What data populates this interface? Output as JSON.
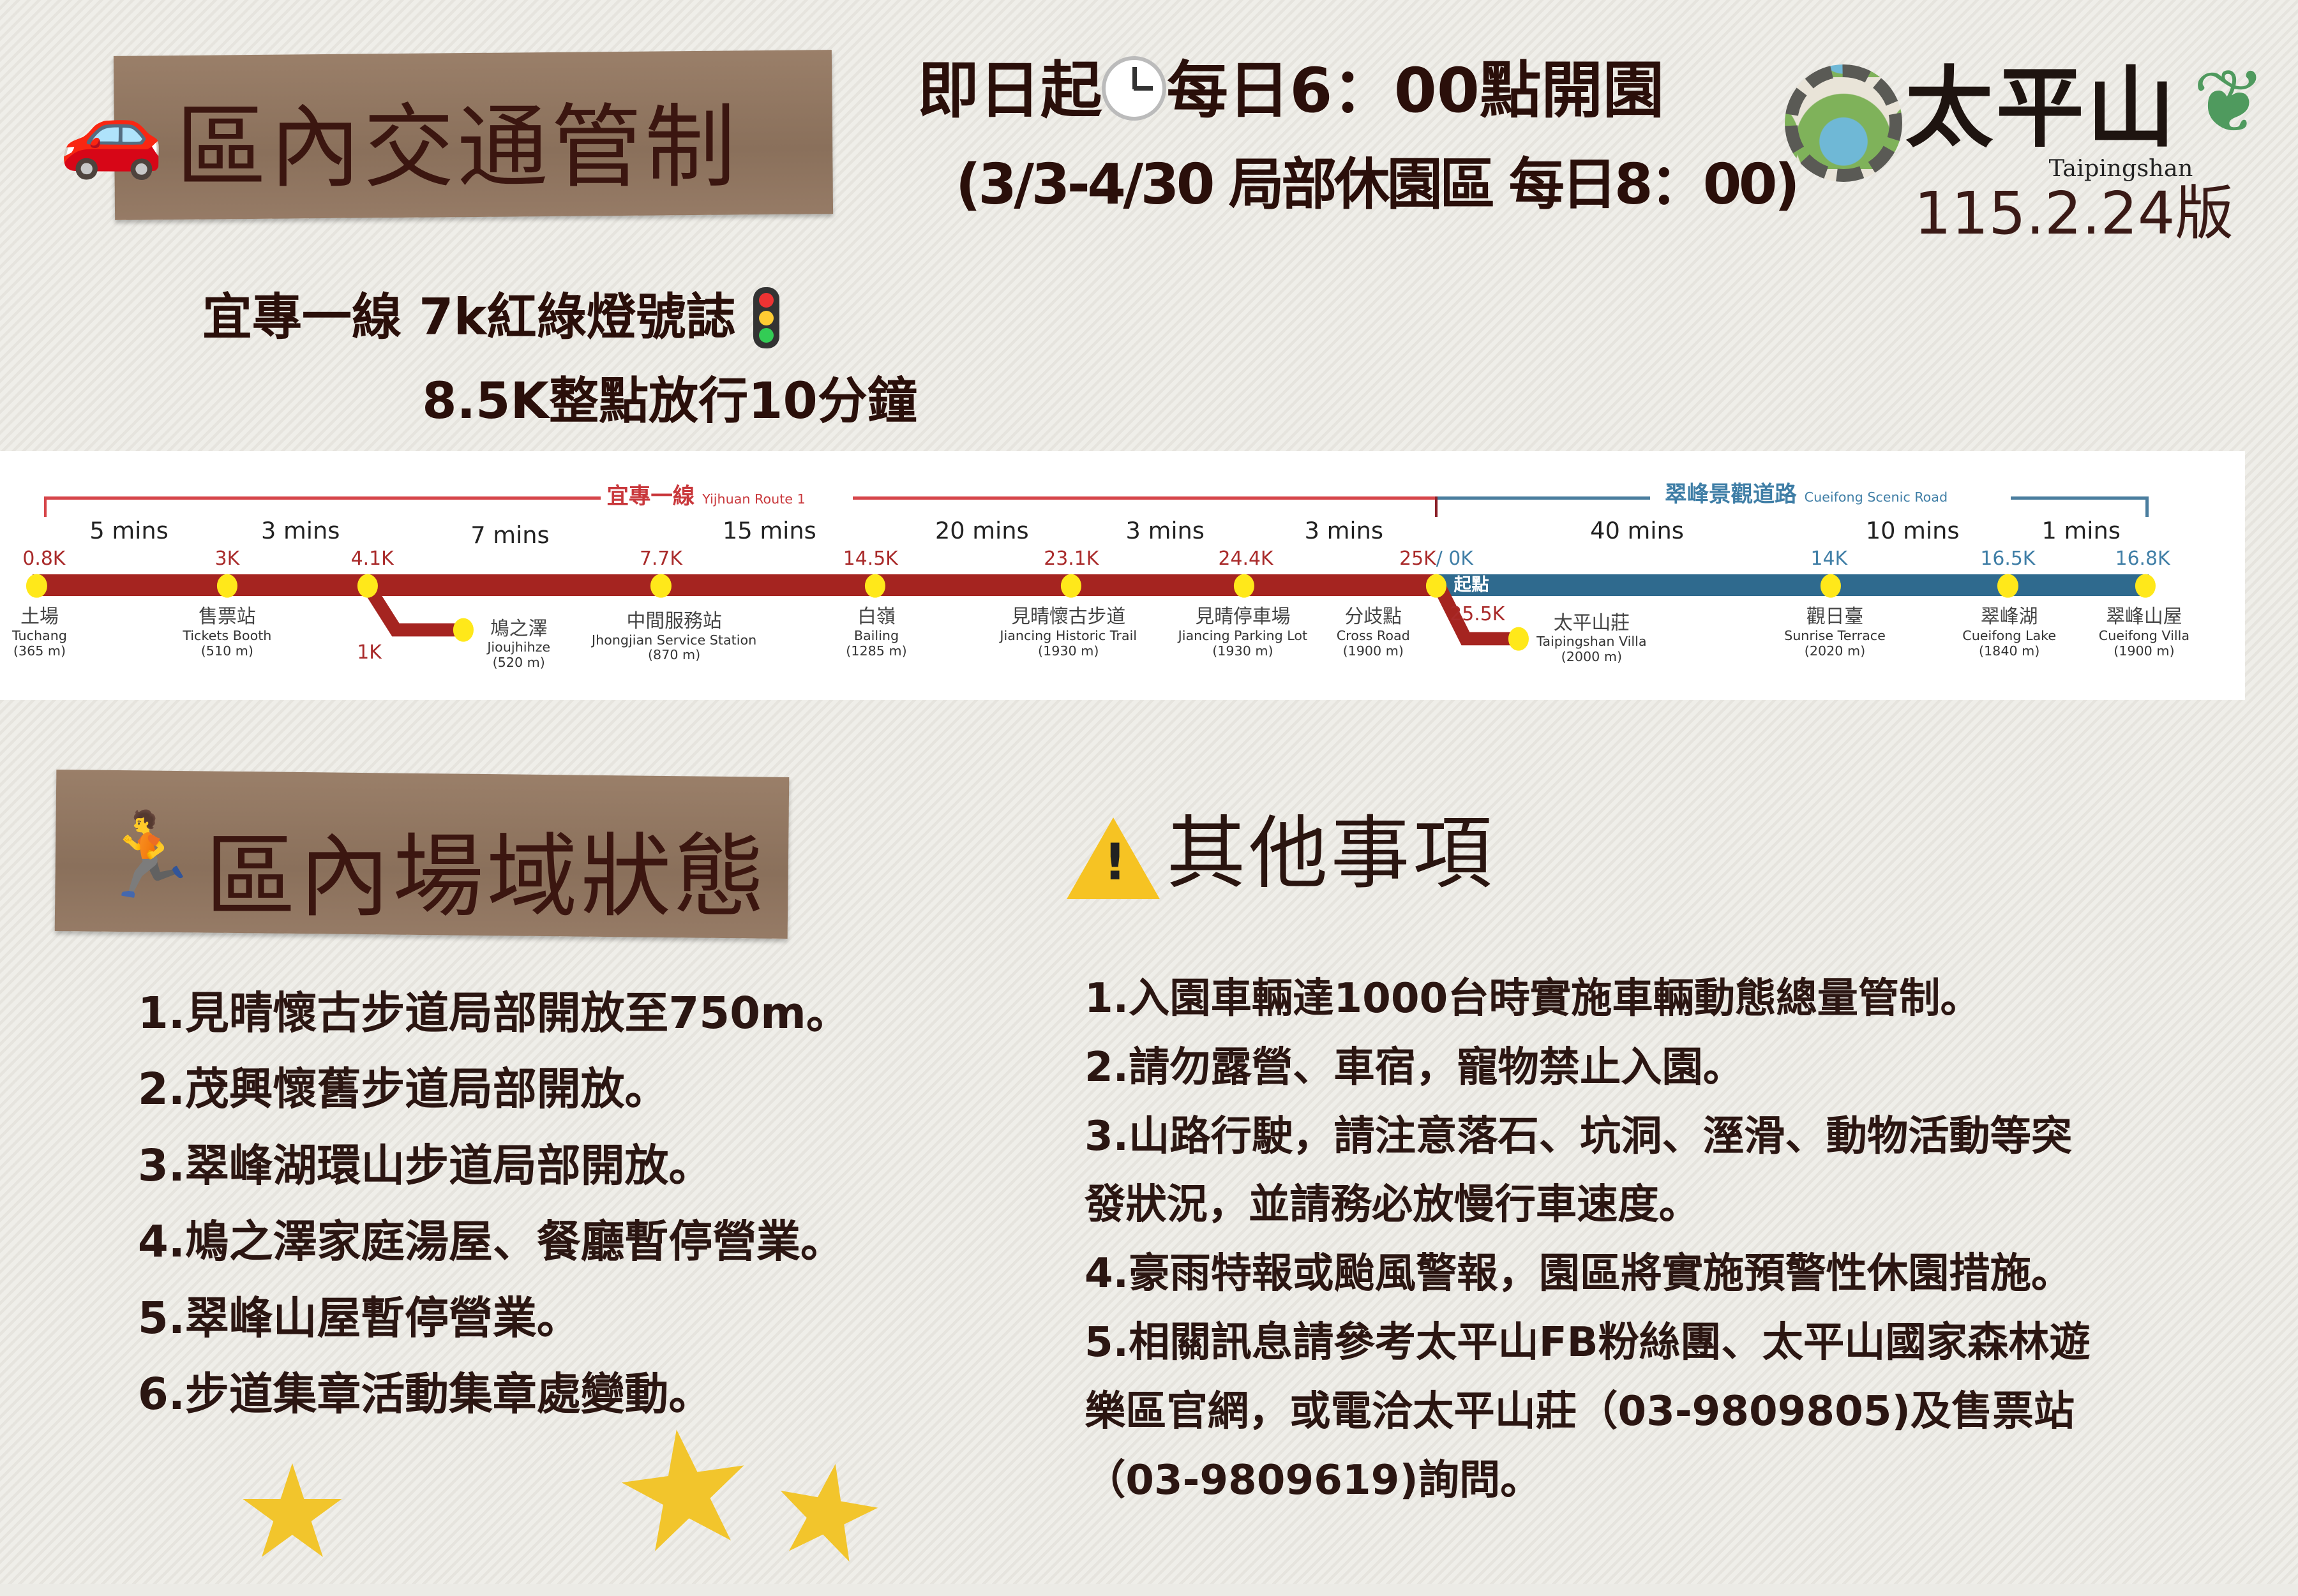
{
  "traffic": {
    "icon": "car-icon",
    "title": "區內交通管制"
  },
  "hours": {
    "line1_a": "即日起",
    "clock_icon": "clock-icon",
    "line1_b": "每日6：00點開園",
    "line2": "(3/3-4/30 局部休園區 每日8：00)"
  },
  "logo": {
    "name_zh": "太平山",
    "name_en": "Taipingshan",
    "version": "115.2.24版"
  },
  "notice": {
    "line1": "宜專一線 7k紅綠燈號誌",
    "traffic_light_icon": "traffic-light-icon",
    "line2": "8.5K整點放行10分鐘"
  },
  "route": {
    "red_road": {
      "zh": "宜專一線",
      "en": "Yijhuan Route 1",
      "color": "#a52420"
    },
    "blue_road": {
      "zh": "翠峰景觀道路",
      "en": "Cueifong Scenic Road",
      "color": "#2f6a8e"
    },
    "start_label": "起點",
    "minutes": [
      "5 mins",
      "3 mins",
      "7 mins",
      "15 mins",
      "20 mins",
      "3 mins",
      "3 mins",
      "40 mins",
      "10 mins",
      "1 mins"
    ],
    "stations": [
      {
        "km": "0.8K",
        "zh": "土場",
        "en": "Tuchang",
        "elev": "(365 m)"
      },
      {
        "km": "3K",
        "zh": "售票站",
        "en": "Tickets Booth",
        "elev": "(510 m)"
      },
      {
        "km": "4.1K",
        "branch_km": "1K"
      },
      {
        "zh": "鳩之澤",
        "en": "Jioujhihze",
        "elev": "(520 m)"
      },
      {
        "km": "7.7K",
        "zh": "中間服務站",
        "en": "Jhongjian Service Station",
        "elev": "(870 m)"
      },
      {
        "km": "14.5K",
        "zh": "白嶺",
        "en": "Bailing",
        "elev": "(1285 m)"
      },
      {
        "km": "23.1K",
        "zh": "見晴懷古步道",
        "en": "Jiancing Historic Trail",
        "elev": "(1930 m)"
      },
      {
        "km": "24.4K",
        "zh": "見晴停車場",
        "en": "Jiancing Parking Lot",
        "elev": "(1930 m)"
      },
      {
        "km_red": "25K",
        "km_blue": "/ 0K",
        "zh": "分歧點",
        "en": "Cross Road",
        "elev": "(1900 m)"
      },
      {
        "km": "25.5K",
        "zh": "太平山莊",
        "en": "Taipingshan Villa",
        "elev": "(2000 m)"
      },
      {
        "km": "14K",
        "zh": "觀日臺",
        "en": "Sunrise Terrace",
        "elev": "(2020 m)"
      },
      {
        "km": "16.5K",
        "zh": "翠峰湖",
        "en": "Cueifong Lake",
        "elev": "(1840 m)"
      },
      {
        "km": "16.8K",
        "zh": "翠峰山屋",
        "en": "Cueifong Villa",
        "elev": "(1900 m)"
      }
    ]
  },
  "venue": {
    "icon": "runner-icon",
    "title": "區內場域狀態",
    "items": [
      "1.見晴懷古步道局部開放至750m。",
      "2.茂興懷舊步道局部開放。",
      "3.翠峰湖環山步道局部開放。",
      "4.鳩之澤家庭湯屋、餐廳暫停營業。",
      "5.翠峰山屋暫停營業。",
      "6.步道集章活動集章處變動。"
    ]
  },
  "other": {
    "icon": "warning-icon",
    "title": "其他事項",
    "lines": [
      "1.入園車輛達1000台時實施車輛動態總量管制。",
      "2.請勿露營、車宿，寵物禁止入園。",
      "3.山路行駛，請注意落石、坑洞、溼滑、動物活動等突",
      "發狀況，並請務必放慢行車速度。",
      "4.豪雨特報或颱風警報，園區將實施預警性休園措施。",
      "5.相關訊息請參考太平山FB粉絲團、太平山國家森林遊",
      "樂區官網，或電洽太平山莊（03-9809805)及售票站",
      "（03-9809619)詢問。"
    ]
  },
  "decoration": {
    "star_icon": "star-icon",
    "star_color": "#f2c52c"
  }
}
